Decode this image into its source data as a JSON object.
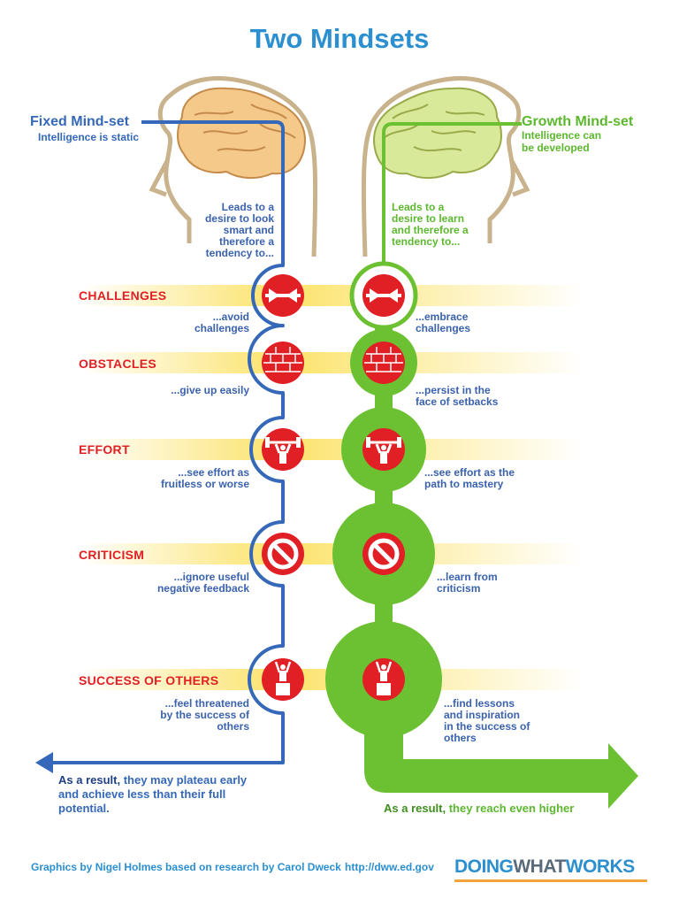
{
  "title": "Two Mindsets",
  "fixed": {
    "name": "Fixed Mind-set",
    "subtitle": "Intelligence is static",
    "leads_to": [
      "Leads to a",
      "desire to look",
      "smart and",
      "therefore a",
      "tendency to..."
    ],
    "result_bold": "As a result,",
    "result_lines": [
      " they may plateau early",
      "and achieve less than their full",
      "potential."
    ],
    "color": "#3568b8"
  },
  "growth": {
    "name": "Growth Mind-set",
    "subtitle_lines": [
      "Intelligence can",
      "be developed"
    ],
    "leads_to": [
      "Leads to a",
      "desire to learn",
      "and therefore a",
      "tendency to..."
    ],
    "result_bold": "As a result,",
    "result_rest": " they reach even higher",
    "color": "#6cc132"
  },
  "rows": [
    {
      "category": "CHALLENGES",
      "icon": "arrows-inward-icon",
      "fixed": [
        "...avoid",
        "challenges"
      ],
      "growth": [
        "...embrace",
        "challenges"
      ]
    },
    {
      "category": "OBSTACLES",
      "icon": "brick-wall-icon",
      "fixed": [
        "...give up easily"
      ],
      "growth": [
        "...persist in the",
        "face of setbacks"
      ]
    },
    {
      "category": "EFFORT",
      "icon": "weightlifter-icon",
      "fixed": [
        "...see effort as",
        "fruitless or worse"
      ],
      "growth": [
        "...see effort as the",
        "path to mastery"
      ]
    },
    {
      "category": "CRITICISM",
      "icon": "prohibition-icon",
      "fixed": [
        "...ignore useful",
        "negative feedback"
      ],
      "growth": [
        "...learn from",
        "criticism"
      ]
    },
    {
      "category": "SUCCESS OF OTHERS",
      "icon": "winner-podium-icon",
      "fixed": [
        "...feel threatened",
        "by the success of",
        "others"
      ],
      "growth": [
        "...find lessons",
        "and inspiration",
        "in the success of",
        "others"
      ]
    }
  ],
  "footer": {
    "credit": "Graphics by Nigel Holmes based on research by Carol Dweck",
    "url": "http://dww.ed.gov",
    "logo_doing": "DOING",
    "logo_what": "WHAT",
    "logo_works": "WORKS"
  },
  "colors": {
    "title": "#2b8fd0",
    "category": "#e02025",
    "band": "#fbe36a",
    "brain": "#f5c98a",
    "brain_growth": "#d8e99a",
    "head": "#c9b38d"
  }
}
